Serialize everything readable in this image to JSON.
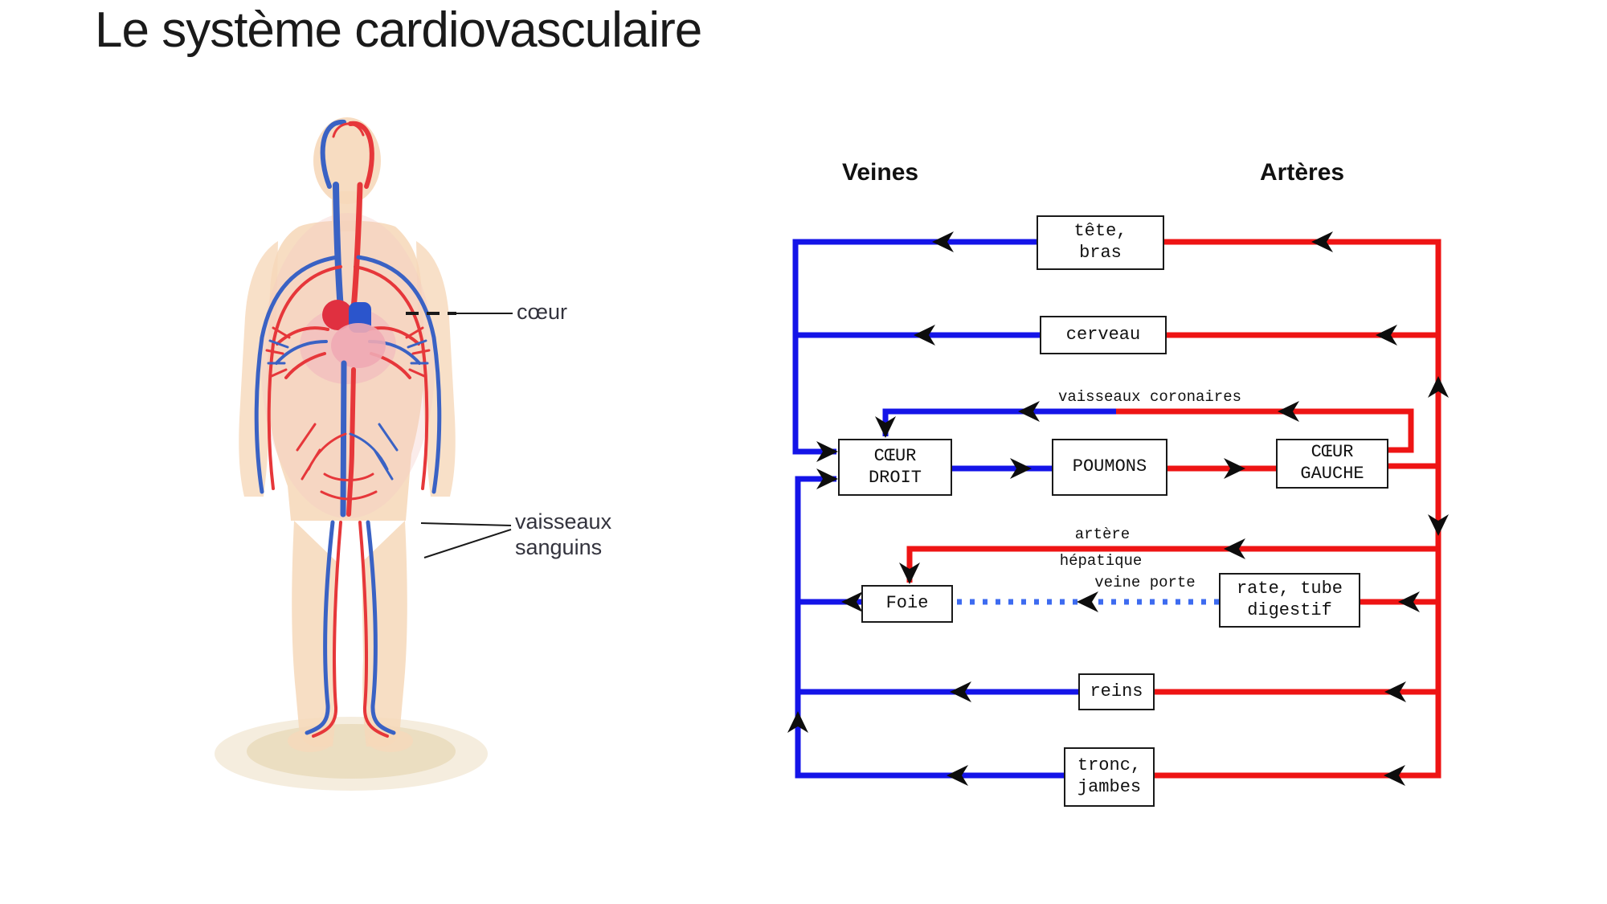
{
  "title": "Le système cardiovasculaire",
  "figure": {
    "heart_label": "cœur",
    "vessels_label": "vaisseaux\nsanguins"
  },
  "diagram": {
    "headers": {
      "veins": "Veines",
      "arteries": "Artères"
    },
    "nodes": {
      "head_arms": "tête,\nbras",
      "brain": "cerveau",
      "right_heart": "CŒUR\nDROIT",
      "lungs": "POUMONS",
      "left_heart": "CŒUR\nGAUCHE",
      "liver": "Foie",
      "spleen_gut": "rate, tube\ndigestif",
      "kidneys": "reins",
      "trunk_legs": "tronc,\njambes"
    },
    "edge_labels": {
      "coronary": "vaisseaux coronaires",
      "hepatic_artery_line1": "artère",
      "hepatic_artery_line2": "hépatique",
      "portal_vein": "veine porte"
    },
    "colors": {
      "vein": "#1414e8",
      "artery": "#ee1414",
      "portal": "#3d6bf0"
    }
  }
}
